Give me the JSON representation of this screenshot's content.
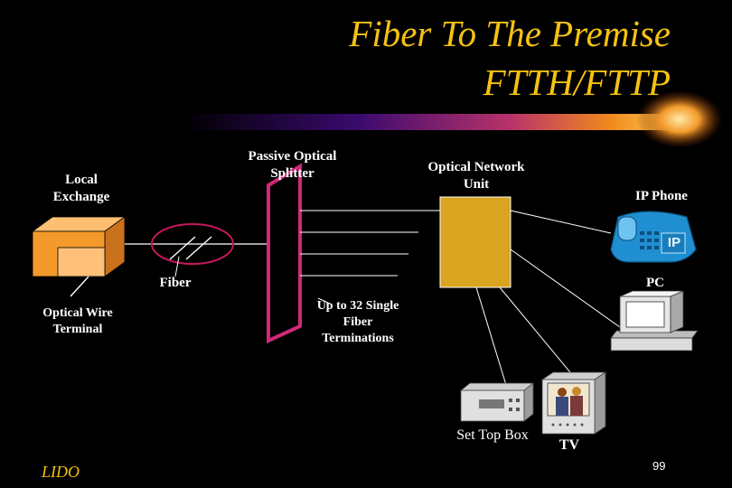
{
  "slide": {
    "title_line1": "Fiber To The Premise",
    "title_line2": "FTTH/FTTP",
    "footer_left": "LIDO",
    "page_number": "99"
  },
  "diagram": {
    "local_exchange": "Local Exchange",
    "passive_optical_splitter": "Passive Optical Splitter",
    "optical_network_unit": "Optical Network Unit",
    "ip_phone": "IP Phone",
    "ip_badge": "IP",
    "fiber": "Fiber",
    "pc": "PC",
    "optical_wire_terminal": "Optical Wire Terminal",
    "terminations": "Up to 32 Single Fiber Terminations",
    "set_top_box": "Set Top Box",
    "tv": "TV"
  },
  "colors": {
    "title": "#f5c211",
    "onu": "#d9a520",
    "exchange": "#f39a2b",
    "splitter": "#d0287a",
    "ellipse": "#c2185b",
    "phone": "#1f8fd1"
  }
}
